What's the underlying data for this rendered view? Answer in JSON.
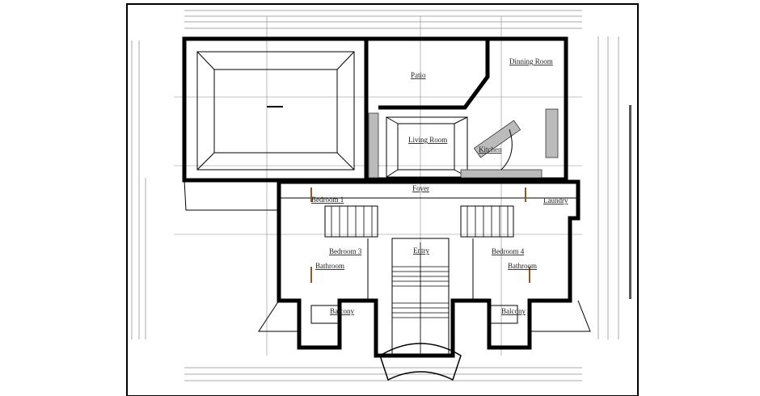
{
  "drawing": {
    "type": "architectural floor plan",
    "rooms": {
      "patio": "Patio",
      "dining": "Dinning Room",
      "living": "Living Room",
      "kitchen": "Kitchen",
      "foyer": "Foyer",
      "bedroom1": "Bedroom 1",
      "laundry": "Laundry",
      "bedroom3": "Bedroom 3",
      "bedroom4": "Bedroom 4",
      "bathroom_left": "Bathroom",
      "bathroom_right": "Bathroom",
      "balcony_left": "Balcony",
      "balcony_right": "Balcony",
      "entry": "Entry"
    },
    "colors": {
      "line": "#000000",
      "grid": "#888888",
      "door": "#8b5a2b"
    }
  }
}
